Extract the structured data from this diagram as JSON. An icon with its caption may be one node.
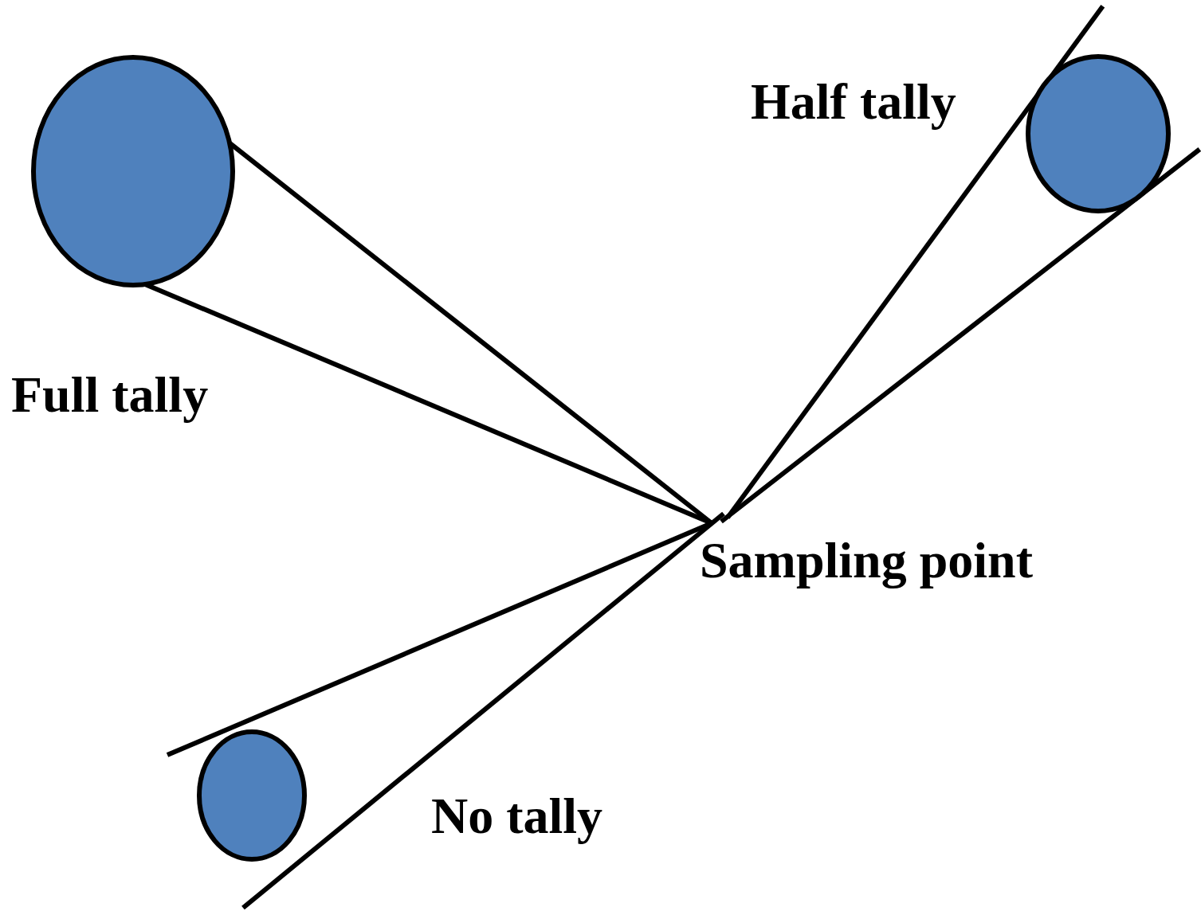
{
  "diagram": {
    "nodes": [
      {
        "text": [],
        "shape": "circle",
        "beside": [
          "Full tally"
        ]
      },
      {
        "text": [],
        "shape": "circle",
        "beside": [
          "Half tally"
        ]
      },
      {
        "text": [],
        "shape": "circle",
        "beside": [
          "No tally"
        ]
      },
      {
        "text": [
          "Sampling point"
        ]
      }
    ],
    "edges": [
      {
        "from": 3,
        "to": 0,
        "arrow": "none"
      },
      {
        "from": 3,
        "to": 0,
        "arrow": "none"
      },
      {
        "from": 3,
        "to": 1,
        "arrow": "none"
      },
      {
        "from": 3,
        "to": 1,
        "arrow": "none"
      },
      {
        "from": 3,
        "to": null,
        "arrow": "none"
      },
      {
        "from": 3,
        "to": null,
        "arrow": "none"
      }
    ]
  }
}
